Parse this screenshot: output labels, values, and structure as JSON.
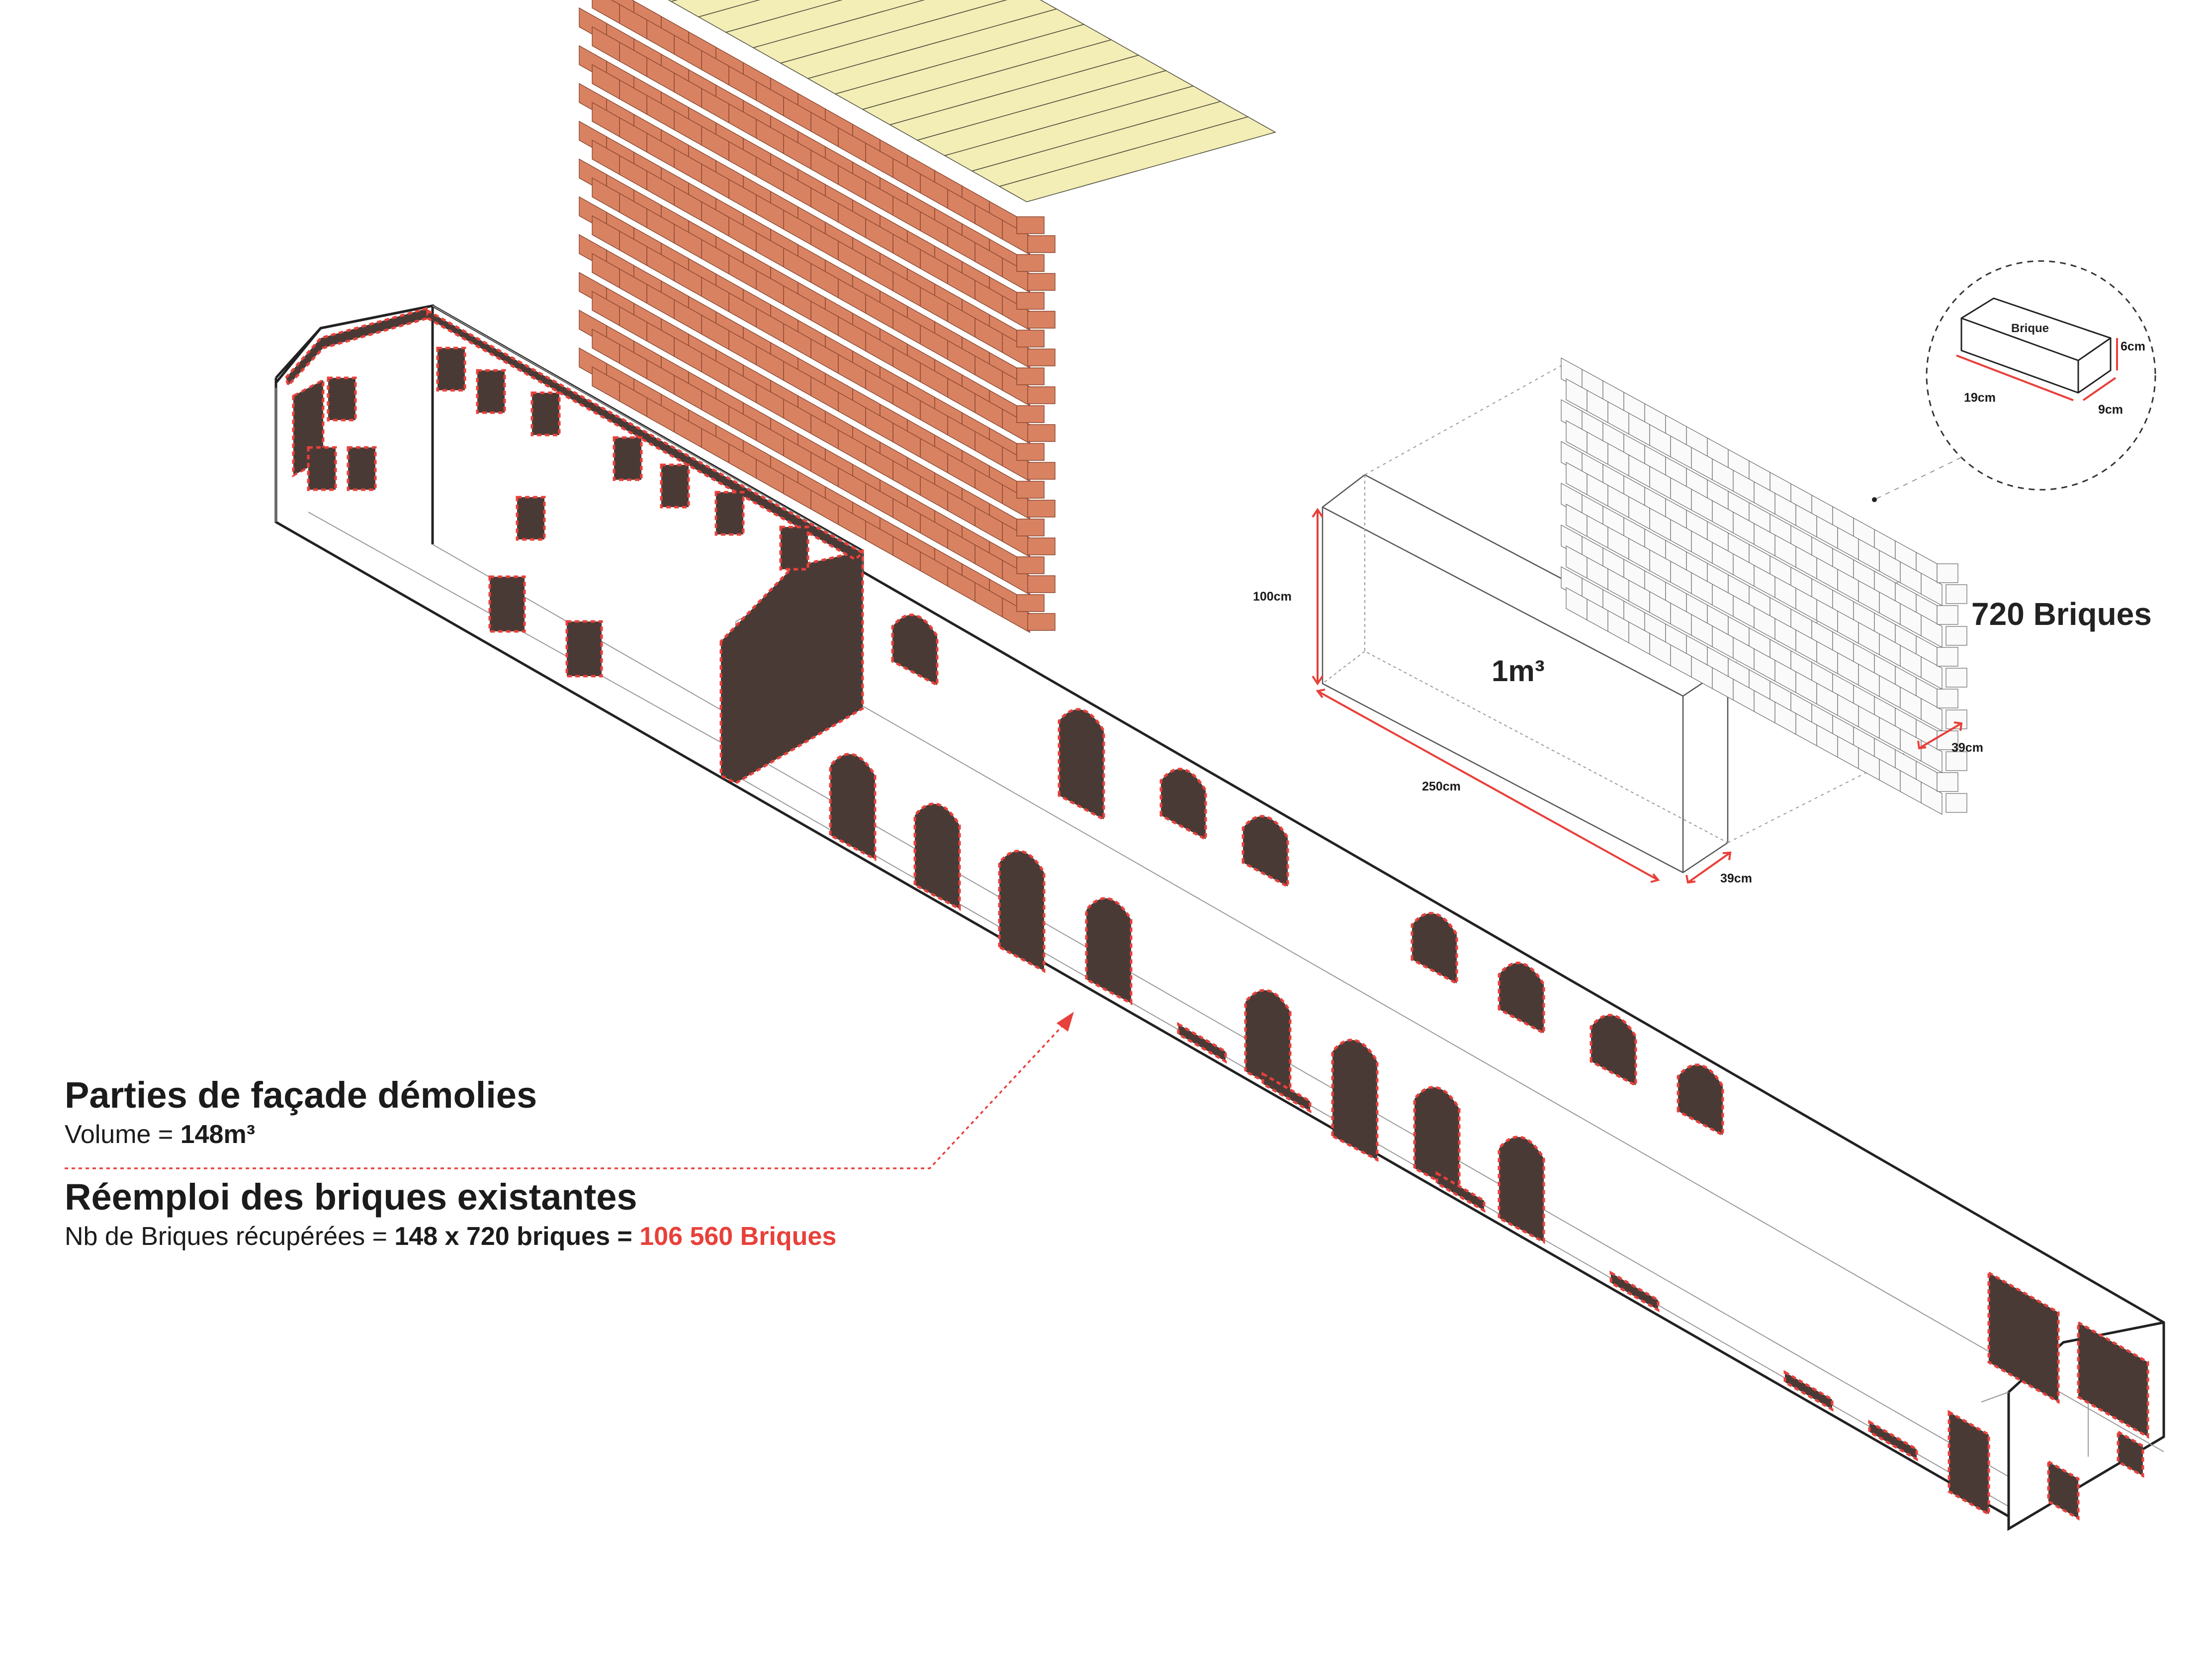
{
  "annotations": {
    "demolished_title": "Parties de façade démolies",
    "volume_label": "Volume = ",
    "volume_value": "148m³",
    "reuse_title": "Réemploi des briques existantes",
    "count_label": "Nb de Briques récupérées = ",
    "count_formula": "148 x 720 briques = ",
    "count_result": "106 560 Briques"
  },
  "cube": {
    "volume": "1m³",
    "height": "100cm",
    "length": "250cm",
    "depth": "39cm"
  },
  "wall": {
    "bricks_per_m3": "720 Briques",
    "depth": "39cm"
  },
  "brick_detail": {
    "label": "Brique",
    "length": "19cm",
    "height": "6cm",
    "width": "9cm"
  },
  "colors": {
    "accent": "#e8403a",
    "brick": "#d98262",
    "brick_top": "#f3edb6",
    "demolished_fill": "#4a3a36"
  }
}
